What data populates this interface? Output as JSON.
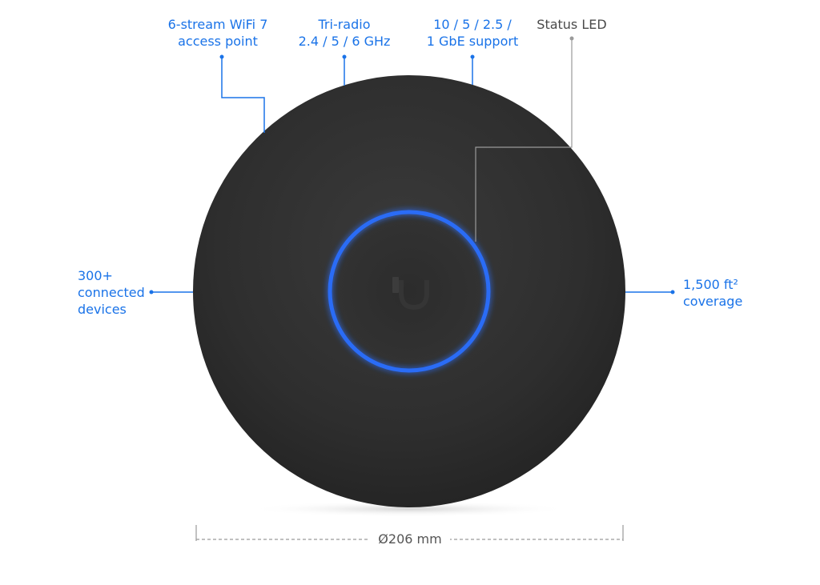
{
  "callouts": {
    "wifi": {
      "line1": "6-stream WiFi 7",
      "line2": "access point"
    },
    "radio": {
      "line1": "Tri-radio",
      "line2": "2.4 / 5 / 6 GHz"
    },
    "ethernet": {
      "line1": "10 / 5 / 2.5 /",
      "line2": "1 GbE support"
    },
    "status": {
      "line1": "Status LED"
    },
    "devices": {
      "line1": "300+",
      "line2": "connected",
      "line3": "devices"
    },
    "coverage": {
      "line1": "1,500 ft²",
      "line2": "coverage"
    }
  },
  "dimension": {
    "label": "Ø206 mm"
  },
  "colors": {
    "accent": "#1a73e8",
    "device_body": "#2f2f2f",
    "led_ring": "#2b6cf6",
    "leader_gray": "#9a9a9a",
    "dimension_line": "#9a9a9a"
  },
  "icons": {
    "device": "access-point-disc",
    "led": "status-led-ring",
    "logo": "ubiquiti-u-logo"
  }
}
